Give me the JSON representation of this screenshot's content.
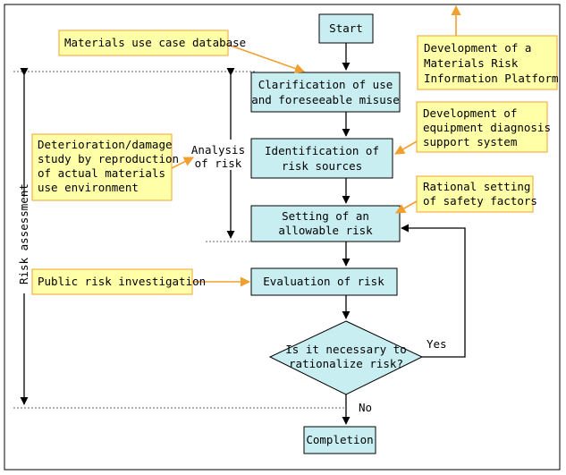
{
  "flow": {
    "start": "Start",
    "step1": [
      "Clarification of use",
      "and foreseeable misuse"
    ],
    "step2": [
      "Identification of",
      "risk sources"
    ],
    "step3": [
      "Setting of an",
      "allowable risk"
    ],
    "step4": "Evaluation of risk",
    "decision": [
      "Is it necessary to",
      "rationalize risk?"
    ],
    "end": "Completion",
    "yes_label": "Yes",
    "no_label": "No"
  },
  "notes": {
    "database": "Materials use case database",
    "platform": [
      "Development of a",
      "Materials Risk",
      "Information Platform"
    ],
    "deterioration": [
      "Deterioration/damage",
      "study by reproduction",
      "of actual materials",
      "use environment"
    ],
    "diagnosis": [
      "Development of",
      "equipment diagnosis",
      "support system"
    ],
    "safety": [
      "Rational setting",
      "of safety factors"
    ],
    "public": "Public risk investigation"
  },
  "labels": {
    "analysis": [
      "Analysis",
      "of risk"
    ],
    "assessment": "Risk assessment"
  },
  "colors": {
    "process_fill": "#c9eef2",
    "note_fill": "#ffffa8",
    "note_arrow": "#f0a030",
    "line": "#000000"
  }
}
